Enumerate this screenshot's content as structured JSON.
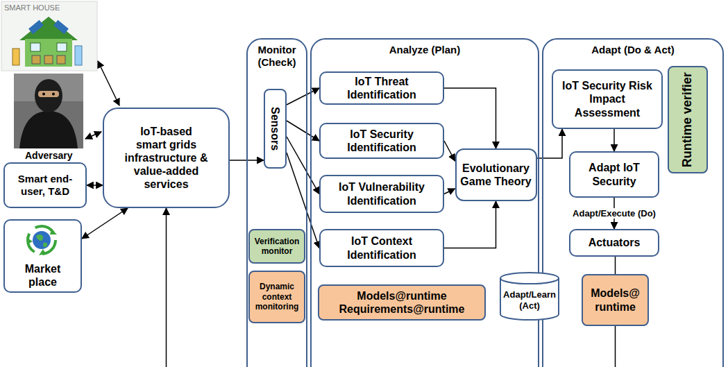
{
  "diagram": {
    "nodes": [
      {
        "text": [
          "IoT-based smart grids infrastructure & value-added services"
        ]
      },
      {
        "text": [
          "Smart end-user, T&D"
        ]
      },
      {
        "text": [
          "Market place"
        ]
      },
      {
        "text": [
          "Monitor (Check)"
        ]
      },
      {
        "text": [
          "Sensors"
        ],
        "in": 3
      },
      {
        "text": [
          "Verification monitor"
        ],
        "in": 3
      },
      {
        "text": [
          "Dynamic context monitoring"
        ],
        "in": 3
      },
      {
        "text": [
          "Analyze (Plan)"
        ]
      },
      {
        "text": [
          "IoT Threat Identification"
        ],
        "in": 7
      },
      {
        "text": [
          "IoT Security Identification"
        ],
        "in": 7
      },
      {
        "text": [
          "IoT Vulnerability Identification"
        ],
        "in": 7
      },
      {
        "text": [
          "IoT Context Identification"
        ],
        "in": 7
      },
      {
        "text": [
          "Evolutionary Game Theory"
        ],
        "in": 7
      },
      {
        "text": [
          "Adapt/Learn (Act)"
        ],
        "in": 7
      },
      {
        "text": [
          "Models@runtime Requirements@runtime"
        ],
        "in": 7
      },
      {
        "text": [
          "Adapt (Do & Act)"
        ]
      },
      {
        "text": [
          "IoT Security Risk Impact Assessment"
        ],
        "in": 15
      },
      {
        "text": [
          "Adapt IoT Security"
        ],
        "in": 15
      },
      {
        "text": [
          "Actuators"
        ],
        "in": 15
      },
      {
        "text": [
          "Models@ runtime"
        ],
        "in": 15
      },
      {
        "text": [
          "Runtime verifier"
        ],
        "in": 15
      }
    ],
    "edges": [
      {
        "from": 1,
        "to": 0,
        "arrow": "both"
      },
      {
        "from": 2,
        "to": 0,
        "arrow": "both"
      },
      {
        "from": 0,
        "to": 4,
        "arrow": "to"
      },
      {
        "from": 4,
        "to": 8,
        "arrow": "to"
      },
      {
        "from": 4,
        "to": 9,
        "arrow": "to"
      },
      {
        "from": 4,
        "to": 10,
        "arrow": "to"
      },
      {
        "from": 4,
        "to": 11,
        "arrow": "to"
      },
      {
        "from": 8,
        "to": 12,
        "arrow": "to"
      },
      {
        "from": 9,
        "to": 12,
        "arrow": "to"
      },
      {
        "from": 10,
        "to": 12,
        "arrow": "to"
      },
      {
        "from": 11,
        "to": 12,
        "arrow": "to"
      },
      {
        "from": 12,
        "to": 16,
        "arrow": "to"
      },
      {
        "from": 16,
        "to": 17,
        "arrow": "to"
      },
      {
        "from": 17,
        "to": 18,
        "label": "Adapt/Execute (Do)",
        "arrow": "to"
      },
      {
        "from": 18,
        "to": 19,
        "arrow": "none"
      },
      {
        "from": 19,
        "to": 0,
        "arrow": "to"
      }
    ],
    "labels": [
      "SMART HOUSE",
      "Adversary"
    ]
  }
}
